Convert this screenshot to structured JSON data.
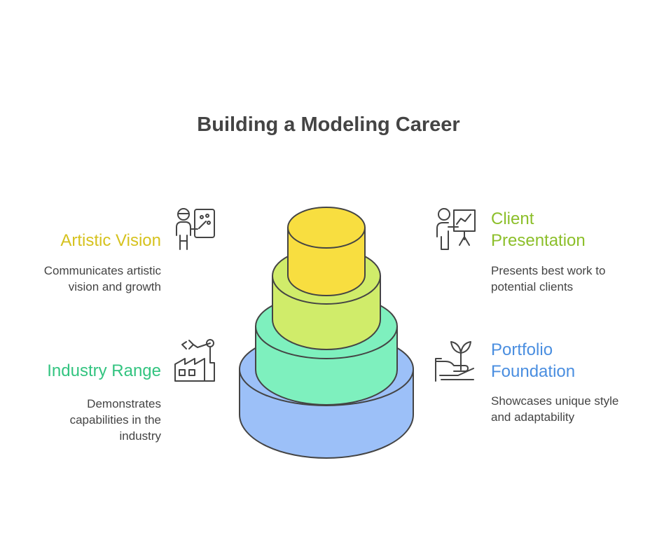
{
  "title": "Building a Modeling Career",
  "colors": {
    "artistic_vision": "#d6c21e",
    "client_presentation": "#8cbf2a",
    "industry_range": "#33c480",
    "portfolio_foundation": "#4a8ee0",
    "tier_yellow": "#f8de40",
    "tier_lime": "#d0ec6a",
    "tier_green": "#7ef0be",
    "tier_blue": "#9cc0f8",
    "outline": "#444444"
  },
  "items": {
    "artistic_vision": {
      "label": "Artistic Vision",
      "desc": [
        "Communicates artistic",
        "vision and growth"
      ],
      "icon": "artist-painter-icon"
    },
    "client_presentation": {
      "label": [
        "Client",
        "Presentation"
      ],
      "desc": [
        "Presents best work to",
        "potential clients"
      ],
      "icon": "presenter-board-icon"
    },
    "industry_range": {
      "label": "Industry Range",
      "desc": [
        "Demonstrates",
        "capabilities in the",
        "industry"
      ],
      "icon": "factory-robot-icon"
    },
    "portfolio_foundation": {
      "label": [
        "Portfolio",
        "Foundation"
      ],
      "desc": [
        "Showcases unique style",
        "and adaptability"
      ],
      "icon": "hand-sprout-icon"
    }
  }
}
